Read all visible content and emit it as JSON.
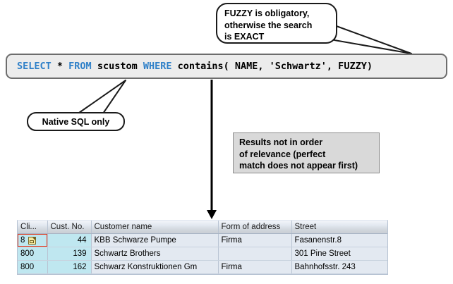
{
  "callouts": {
    "fuzzy": {
      "line1": "FUZZY is  obligatory,",
      "line2": "otherwise the search",
      "line3": "is EXACT"
    },
    "native_sql": {
      "label": "Native SQL only"
    },
    "results_note": {
      "line1": "Results not in order",
      "line2": "of relevance (perfect",
      "line3": "match does not appear first)"
    }
  },
  "sql": {
    "select": "SELECT",
    "star": " * ",
    "from": "FROM",
    "table": " scustom ",
    "where": "WHERE",
    "rest": " contains( NAME, 'Schwartz', FUZZY)"
  },
  "grid": {
    "headers": [
      "Cli...",
      "Cust. No.",
      "Customer name",
      "Form of address",
      "Street"
    ],
    "rows": [
      {
        "client": "8",
        "client_selected": true,
        "cust_no": "44",
        "customer_name": "KBB Schwarze Pumpe",
        "form_of_address": "Firma",
        "street": "Fasanenstr.8"
      },
      {
        "client": "800",
        "client_selected": false,
        "cust_no": "139",
        "customer_name": "Schwartz Brothers",
        "form_of_address": "",
        "street": "301 Pine Street"
      },
      {
        "client": "800",
        "client_selected": false,
        "cust_no": "162",
        "customer_name": "Schwarz Konstruktionen Gm",
        "form_of_address": "Firma",
        "street": "Bahnhofsstr. 243"
      }
    ]
  },
  "colors": {
    "keyword": "#2f80c8",
    "key_column": "#bfe7f0",
    "selection_border": "#e03a20",
    "selection_fill": "#f5f0a5",
    "note_box": "#d9d9d9",
    "sql_box": "#ececec"
  }
}
